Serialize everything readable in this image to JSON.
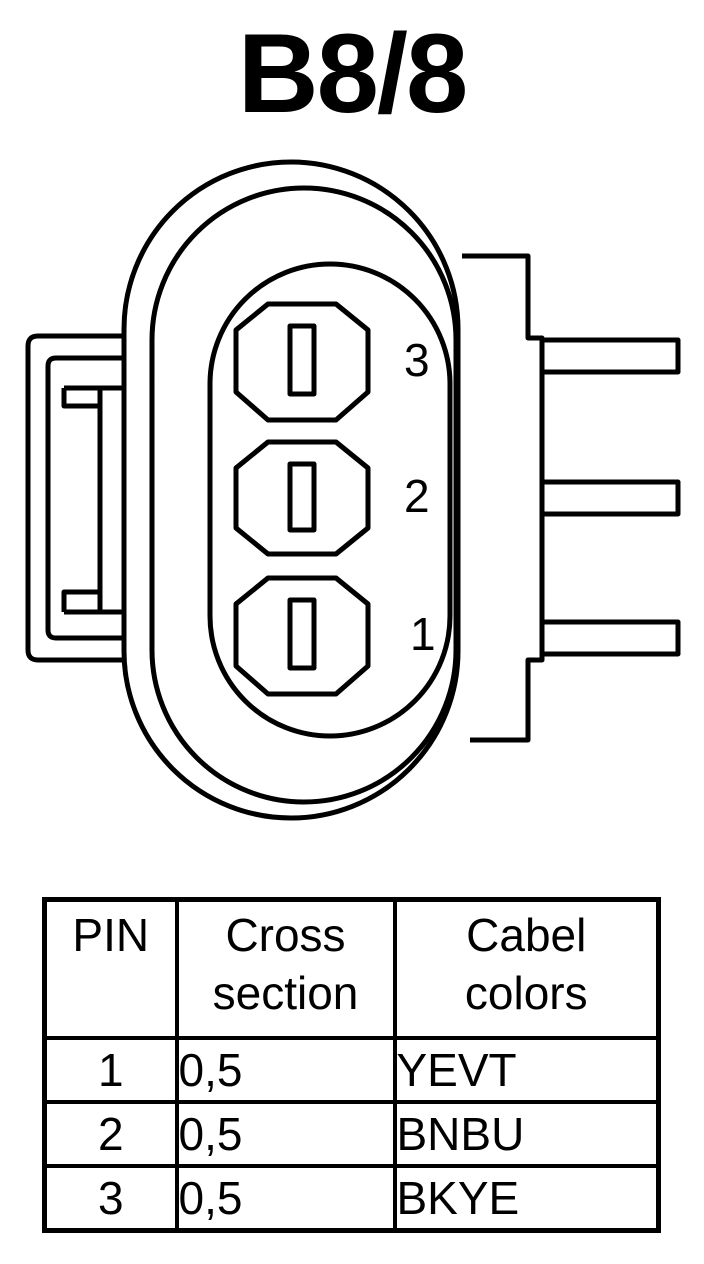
{
  "connector": {
    "title": "B8/8",
    "pin_labels": [
      "3",
      "2",
      "1"
    ]
  },
  "pin_table": {
    "headers": {
      "pin": "PIN",
      "cross_section_line1": "Cross",
      "cross_section_line2": "section",
      "colors_line1": "Cabel",
      "colors_line2": "colors"
    },
    "rows": [
      {
        "pin": "1",
        "cross_section": "0,5",
        "color": "YEVT"
      },
      {
        "pin": "2",
        "cross_section": "0,5",
        "color": "BNBU"
      },
      {
        "pin": "3",
        "cross_section": "0,5",
        "color": "BKYE"
      }
    ]
  }
}
